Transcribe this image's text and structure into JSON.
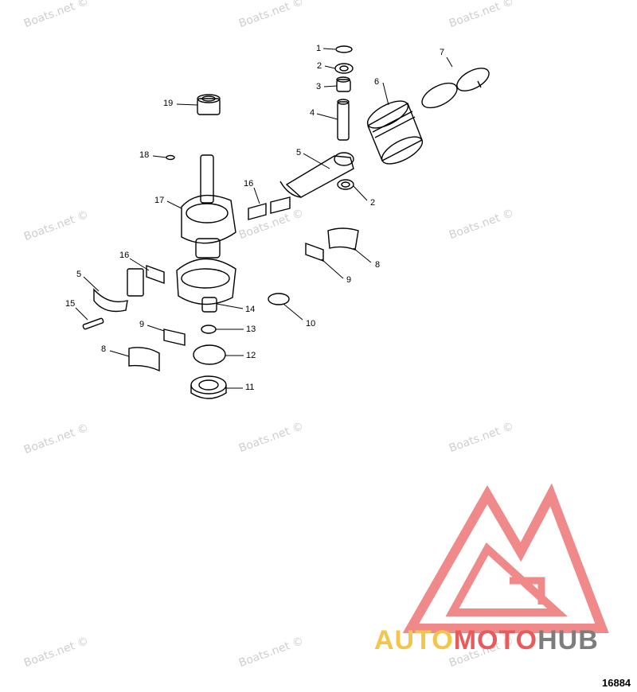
{
  "watermark_text": "Boats.net ©",
  "brand": {
    "part1": "AUTO",
    "part2": "MOTO",
    "part3": "HUB"
  },
  "figure_number": "16884",
  "callouts": [
    "1",
    "2",
    "3",
    "4",
    "5",
    "6",
    "7",
    "19",
    "18",
    "17",
    "16",
    "2",
    "16",
    "5",
    "15",
    "9",
    "8",
    "14",
    "13",
    "12",
    "11",
    "10",
    "8",
    "9"
  ],
  "colors": {
    "line": "#000000",
    "watermark": "#cfcfcf",
    "logo_red": "#f08a8a",
    "brand_yellow": "#f5c54a",
    "brand_red": "#ea5a5a",
    "brand_gray": "#7d7d7d"
  }
}
